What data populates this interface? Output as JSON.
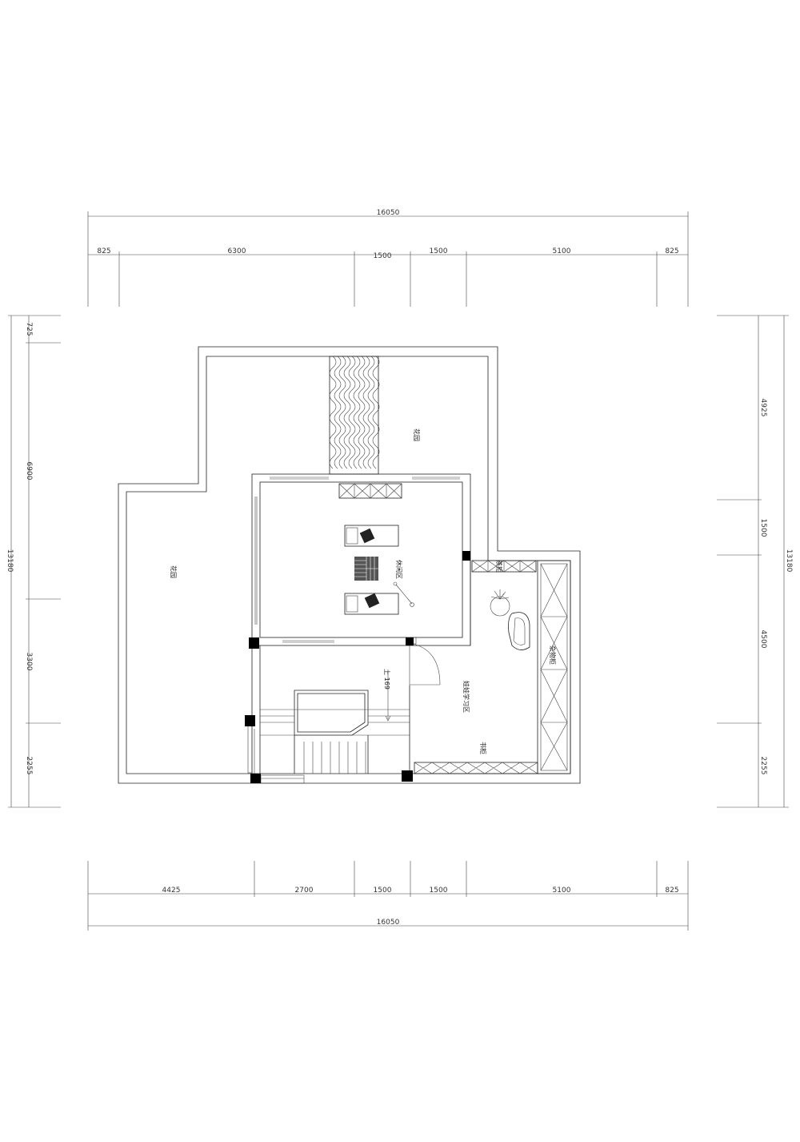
{
  "plan": {
    "top_dims": {
      "total": "16050",
      "segments": [
        "825",
        "6300",
        "1500",
        "1500",
        "5100",
        "825"
      ]
    },
    "bottom_dims": {
      "total": "16050",
      "segments": [
        "4425",
        "2700",
        "1500",
        "1500",
        "5100",
        "825"
      ]
    },
    "left_dims": {
      "total": "13180",
      "segments": [
        "725",
        "6900",
        "3300",
        "2255"
      ]
    },
    "right_dims": {
      "total": "13180",
      "segments": [
        "4925",
        "1500",
        "4500",
        "2255"
      ]
    },
    "rooms": {
      "garden_top": "花园",
      "garden_left": "花园",
      "leisure_area": "休闲区",
      "study_area": "娃娃学习区",
      "bookcase": "书柜",
      "storage_cabinet": "杂物柜",
      "tea_cabinet": "茶柜",
      "stair_mark": "上 169"
    }
  }
}
